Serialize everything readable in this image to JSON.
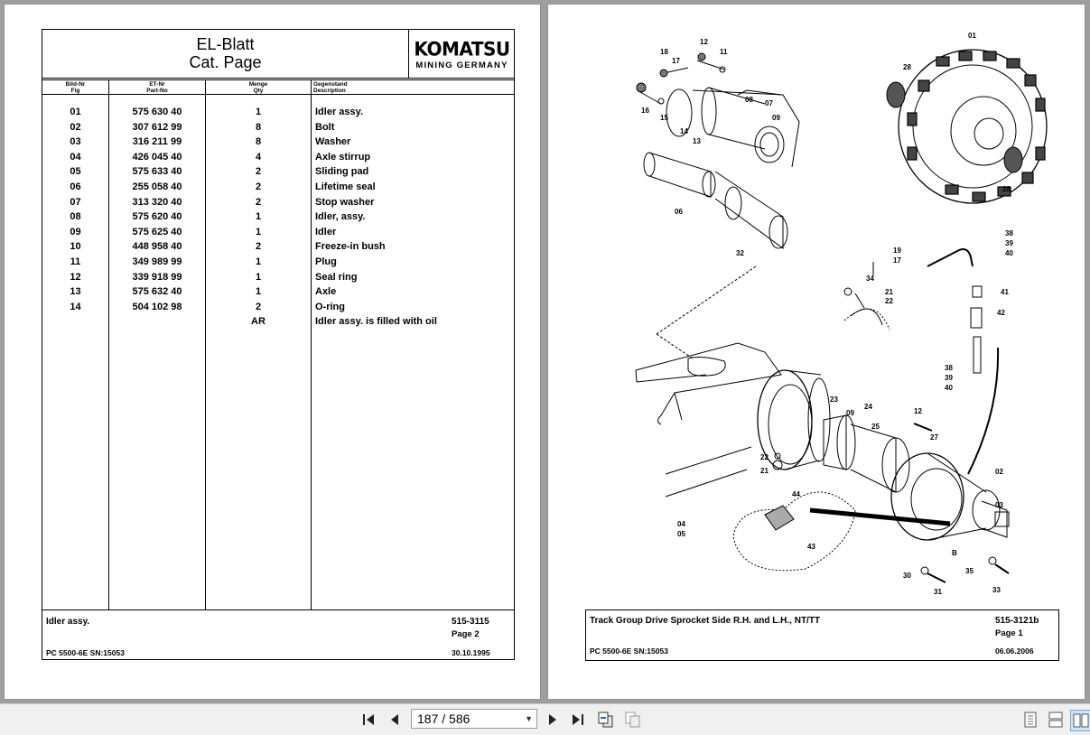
{
  "left_page": {
    "title_line1": "EL-Blatt",
    "title_line2": "Cat. Page",
    "logo_main": "KOMATSU",
    "logo_sub": "MINING GERMANY",
    "columns": {
      "fig_de": "Bild-Nr",
      "fig_en": "Fig",
      "part_de": "ET-Nr",
      "part_en": "Part-No",
      "qty_de": "Menge",
      "qty_en": "Qty",
      "desc_de": "Gegenstand",
      "desc_en": "Description"
    },
    "rows": [
      {
        "fig": "01",
        "part": "575 630 40",
        "qty": "1",
        "desc": "Idler assy."
      },
      {
        "fig": "02",
        "part": "307 612 99",
        "qty": "8",
        "desc": "Bolt"
      },
      {
        "fig": "03",
        "part": "316 211 99",
        "qty": "8",
        "desc": "Washer"
      },
      {
        "fig": "04",
        "part": "426 045 40",
        "qty": "4",
        "desc": "Axle stirrup"
      },
      {
        "fig": "05",
        "part": "575 633 40",
        "qty": "2",
        "desc": "Sliding pad"
      },
      {
        "fig": "06",
        "part": "255 058 40",
        "qty": "2",
        "desc": "Lifetime seal"
      },
      {
        "fig": "07",
        "part": "313 320 40",
        "qty": "2",
        "desc": "Stop washer"
      },
      {
        "fig": "08",
        "part": "575 620 40",
        "qty": "1",
        "desc": "Idler, assy."
      },
      {
        "fig": "09",
        "part": "575 625 40",
        "qty": "1",
        "desc": "Idler"
      },
      {
        "fig": "10",
        "part": "448 958 40",
        "qty": "2",
        "desc": "Freeze-in bush"
      },
      {
        "fig": "11",
        "part": "349 989 99",
        "qty": "1",
        "desc": "Plug"
      },
      {
        "fig": "12",
        "part": "339 918 99",
        "qty": "1",
        "desc": "Seal ring"
      },
      {
        "fig": "13",
        "part": "575 632 40",
        "qty": "1",
        "desc": "Axle"
      },
      {
        "fig": "14",
        "part": "504 102 98",
        "qty": "2",
        "desc": "O-ring"
      },
      {
        "fig": "",
        "part": "",
        "qty": "AR",
        "desc": "Idler assy. is filled with oil"
      }
    ],
    "footer": {
      "description": "Idler assy.",
      "doc_no": "515-3115",
      "page": "Page 2",
      "model": "PC 5500-6E SN:15053",
      "date": "30.10.1995"
    }
  },
  "right_page": {
    "callouts": [
      "01",
      "28",
      "28",
      "18",
      "17",
      "12",
      "11",
      "16",
      "15",
      "14",
      "13",
      "08",
      "07",
      "09",
      "06",
      "32",
      "19",
      "17",
      "34",
      "21",
      "22",
      "38",
      "39",
      "40",
      "41",
      "42",
      "38",
      "39",
      "40",
      "23",
      "24",
      "09",
      "25",
      "12",
      "27",
      "22",
      "21",
      "02",
      "03",
      "44",
      "43",
      "04",
      "05",
      "B",
      "30",
      "31",
      "35",
      "33"
    ],
    "footer": {
      "description": "Track Group Drive Sprocket Side R.H. and L.H., NT/TT",
      "doc_no": "515-3121b",
      "page": "Page 1",
      "model": "PC 5500-6E SN:15053",
      "date": "06.06.2006"
    }
  },
  "toolbar": {
    "page_indicator": "187 / 586",
    "icons": [
      "first-page-icon",
      "prev-page-icon",
      "next-page-icon",
      "last-page-icon",
      "go-back-view-icon",
      "go-forward-view-icon",
      "single-page-icon",
      "continuous-page-icon",
      "facing-pages-icon"
    ]
  }
}
